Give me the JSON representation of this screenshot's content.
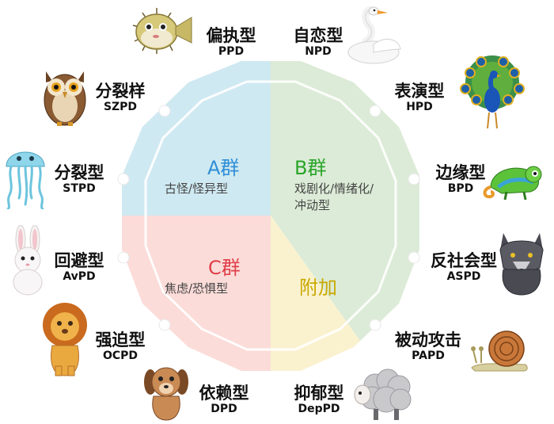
{
  "groups": {
    "a": {
      "title": "A群",
      "desc": "古怪/怪异型",
      "color": "#2f8fd6",
      "fill": "#cfe9f2"
    },
    "b": {
      "title": "B群",
      "desc_line1": "戏剧化/情绪化/",
      "desc_line2": "冲动型",
      "color": "#2aa52a",
      "fill": "#dcebd7"
    },
    "c": {
      "title": "C群",
      "desc": "焦虑/恐惧型",
      "color": "#e0404a",
      "fill": "#fbdcd9"
    },
    "extra": {
      "title": "附加",
      "color": "#c9a800",
      "fill": "#faf2cf"
    }
  },
  "types": [
    {
      "cn": "偏执型",
      "en": "PPD",
      "animal": "pufferfish-icon"
    },
    {
      "cn": "自恋型",
      "en": "NPD",
      "animal": "swan-icon"
    },
    {
      "cn": "分裂样",
      "en": "SZPD",
      "animal": "owl-icon"
    },
    {
      "cn": "表演型",
      "en": "HPD",
      "animal": "peacock-icon"
    },
    {
      "cn": "分裂型",
      "en": "STPD",
      "animal": "jellyfish-icon"
    },
    {
      "cn": "边缘型",
      "en": "BPD",
      "animal": "chameleon-icon"
    },
    {
      "cn": "回避型",
      "en": "AvPD",
      "animal": "rabbit-icon"
    },
    {
      "cn": "反社会型",
      "en": "ASPD",
      "animal": "wolf-icon"
    },
    {
      "cn": "强迫型",
      "en": "OCPD",
      "animal": "lion-icon"
    },
    {
      "cn": "被动攻击",
      "en": "PAPD",
      "animal": "snail-icon"
    },
    {
      "cn": "依赖型",
      "en": "DPD",
      "animal": "dog-icon"
    },
    {
      "cn": "抑郁型",
      "en": "DepPD",
      "animal": "sheep-icon"
    }
  ]
}
